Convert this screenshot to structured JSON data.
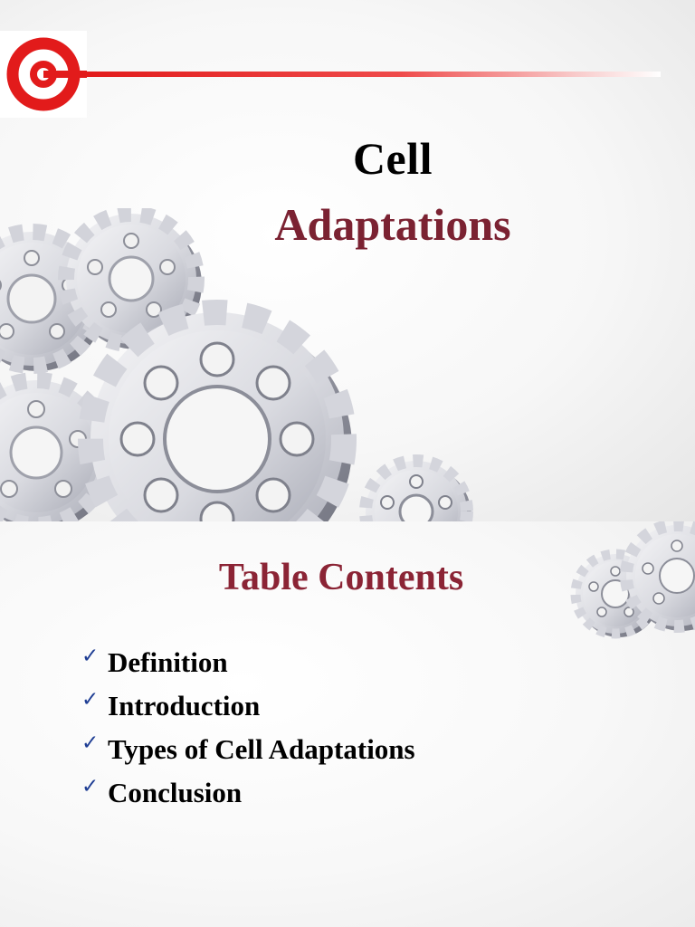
{
  "slide1": {
    "title_line1": "Cell",
    "title_line2": "Adaptations",
    "logo_icon": "red-c-logo-icon",
    "decoration_icon": "gears-icon",
    "colors": {
      "brand_red": "#e21b1b",
      "title_accent": "#7b2232"
    }
  },
  "slide2": {
    "title": "Table Contents",
    "check_icon": "checkmark-icon",
    "items": [
      {
        "label": "Definition"
      },
      {
        "label": "Introduction"
      },
      {
        "label": "Types of Cell Adaptations"
      },
      {
        "label": "Conclusion"
      }
    ],
    "colors": {
      "title": "#8b2435",
      "check": "#1f3e94"
    }
  }
}
